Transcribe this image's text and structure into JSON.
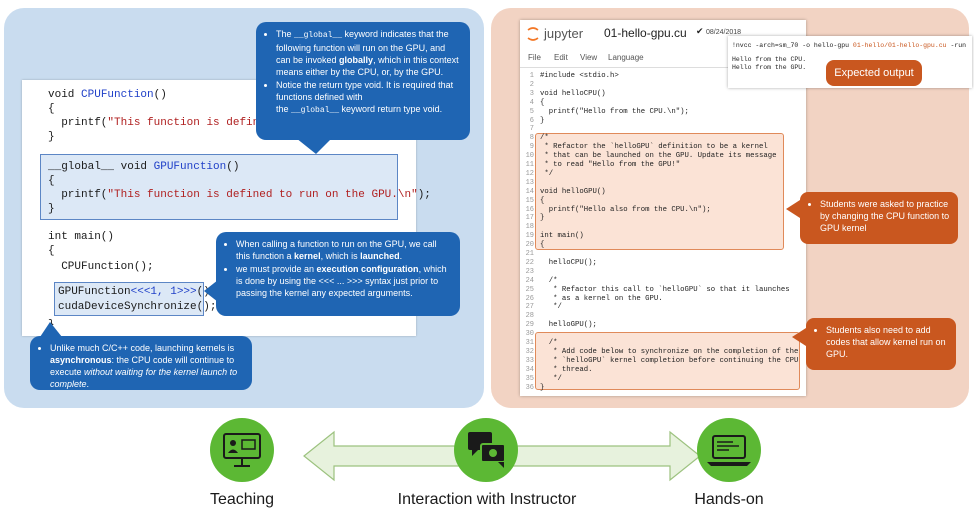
{
  "left_code": {
    "l1_kw": "void ",
    "l1_fn": "CPUFunction",
    "l1_rest": "()",
    "l2": "{",
    "l3_pre": "  printf(",
    "l3_str": "\"This function is defined",
    "l4": "}",
    "g1_kw": "__global__ void ",
    "g1_fn": "GPUFunction",
    "g1_rest": "()",
    "g2": "{",
    "g3_pre": "  printf(",
    "g3_str": "\"This function is defined to run on the GPU.\\n\"",
    "g3_post": ");",
    "g4": "}",
    "m1": "int main()",
    "m2": "{",
    "m3": "  CPUFunction();",
    "k1_fn": "GPUFunction",
    "k1_cfg": "<<<1, 1>>>",
    "k1_rest": "();",
    "k2": "cudaDeviceSynchronize();",
    "m4": "}"
  },
  "callouts": {
    "global_b1_pre": "The ",
    "global_b1_kw": "__global__",
    "global_b1_post": " keyword indicates that the following function will run on the GPU, and can be invoked ",
    "global_b1_bold": "globally",
    "global_b1_end": ", which in this context means either by the CPU, or, by the GPU.",
    "global_b2_line1": "Notice the return type void. It is required that functions defined with",
    "global_b2_pre": "the ",
    "global_b2_kw": "__global__",
    "global_b2_post": " keyword return type void.",
    "kernel_b1_pre": "When calling a function to run on the GPU, we call this function a ",
    "kernel_b1_bold1": "kernel",
    "kernel_b1_mid": ", which is ",
    "kernel_b1_bold2": "launched",
    "kernel_b1_end": ".",
    "kernel_b2_pre": "we must provide an ",
    "kernel_b2_bold": "execution configuration",
    "kernel_b2_post": ", which is done by using the <<< ... >>> syntax just prior to passing the kernel any expected arguments.",
    "async_pre": "Unlike much C/C++ code, launching kernels is ",
    "async_bold": "asynchronous",
    "async_mid": ": the CPU code will continue to execute ",
    "async_ital": "without waiting for the kernel launch to complete",
    "async_end": "."
  },
  "notebook": {
    "brand": "jupyter",
    "filename": "01-hello-gpu.cu",
    "date": "08/24/2018",
    "menu": [
      "File",
      "Edit",
      "View",
      "Language"
    ],
    "lines": [
      {
        "n": "1",
        "t": "#include <stdio.h>"
      },
      {
        "n": "2",
        "t": ""
      },
      {
        "n": "3",
        "t": "void helloCPU()"
      },
      {
        "n": "4",
        "t": "{"
      },
      {
        "n": "5",
        "t": "  printf(\"Hello from the CPU.\\n\");"
      },
      {
        "n": "6",
        "t": "}"
      },
      {
        "n": "7",
        "t": ""
      },
      {
        "n": "8",
        "t": "/*"
      },
      {
        "n": "9",
        "t": " * Refactor the `helloGPU` definition to be a kernel"
      },
      {
        "n": "10",
        "t": " * that can be launched on the GPU. Update its message"
      },
      {
        "n": "11",
        "t": " * to read \"Hello from the GPU!\""
      },
      {
        "n": "12",
        "t": " */"
      },
      {
        "n": "13",
        "t": ""
      },
      {
        "n": "14",
        "t": "void helloGPU()"
      },
      {
        "n": "15",
        "t": "{"
      },
      {
        "n": "16",
        "t": "  printf(\"Hello also from the CPU.\\n\");"
      },
      {
        "n": "17",
        "t": "}"
      },
      {
        "n": "18",
        "t": ""
      },
      {
        "n": "19",
        "t": "int main()"
      },
      {
        "n": "20",
        "t": "{"
      },
      {
        "n": "21",
        "t": ""
      },
      {
        "n": "22",
        "t": "  helloCPU();"
      },
      {
        "n": "23",
        "t": ""
      },
      {
        "n": "24",
        "t": "  /*"
      },
      {
        "n": "25",
        "t": "   * Refactor this call to `helloGPU` so that it launches"
      },
      {
        "n": "26",
        "t": "   * as a kernel on the GPU."
      },
      {
        "n": "27",
        "t": "   */"
      },
      {
        "n": "28",
        "t": ""
      },
      {
        "n": "29",
        "t": "  helloGPU();"
      },
      {
        "n": "30",
        "t": ""
      },
      {
        "n": "31",
        "t": "  /*"
      },
      {
        "n": "32",
        "t": "   * Add code below to synchronize on the completion of the"
      },
      {
        "n": "33",
        "t": "   * `helloGPU` kernel completion before continuing the CPU"
      },
      {
        "n": "34",
        "t": "   * thread."
      },
      {
        "n": "35",
        "t": "   */"
      },
      {
        "n": "36",
        "t": "}"
      }
    ]
  },
  "output": {
    "cmd_pre": "!nvcc -arch=sm_70 -o hello-gpu ",
    "cmd_hl1": "01-hello/01-hello-gpu.cu",
    "cmd_post": " -run",
    "out1": "Hello from the CPU.",
    "out2": "Hello from the GPU."
  },
  "right_callouts": {
    "expected": "Expected output",
    "practice": "Students were asked to practice by changing the CPU function to GPU kernel",
    "add_code": "Students also need to add codes that allow kernel run on GPU."
  },
  "bottom": {
    "teaching": "Teaching",
    "interaction": "Interaction with Instructor",
    "handson": "Hands-on"
  },
  "colors": {
    "left_panel": "#c9dcef",
    "right_panel": "#f2d3c3",
    "blue_callout": "#1f65b3",
    "orange_callout": "#c9571f",
    "icon_green": "#5cb834",
    "arrow_fill": "#e7f2dd"
  },
  "icons": [
    "presentation-monitor-icon",
    "chat-bubbles-icon",
    "laptop-code-icon"
  ]
}
